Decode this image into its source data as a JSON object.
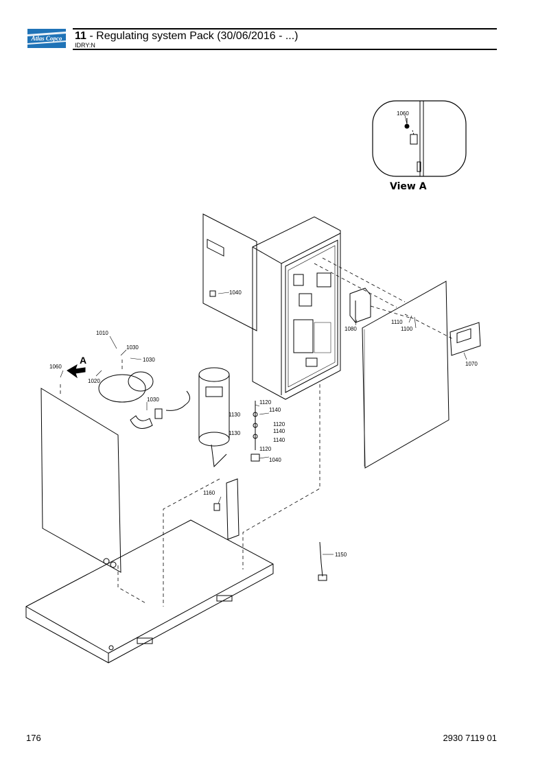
{
  "header": {
    "logo_text": "Atlas Copco",
    "section_number": "11",
    "section_title": " - Regulating system Pack (30/06/2016 - ...)",
    "model": "IDRY:N"
  },
  "diagram": {
    "view_a_label": "View A",
    "arrow_label": "A",
    "callouts": [
      "1060",
      "1040",
      "1110",
      "1100",
      "1080",
      "1070",
      "1010",
      "1030",
      "1030",
      "1060",
      "1020",
      "1030",
      "1120",
      "1140",
      "1130",
      "1120",
      "1140",
      "1130",
      "1140",
      "1120",
      "1040",
      "1160",
      "1150"
    ]
  },
  "footer": {
    "page_number": "176",
    "doc_number": "2930 7119 01"
  }
}
